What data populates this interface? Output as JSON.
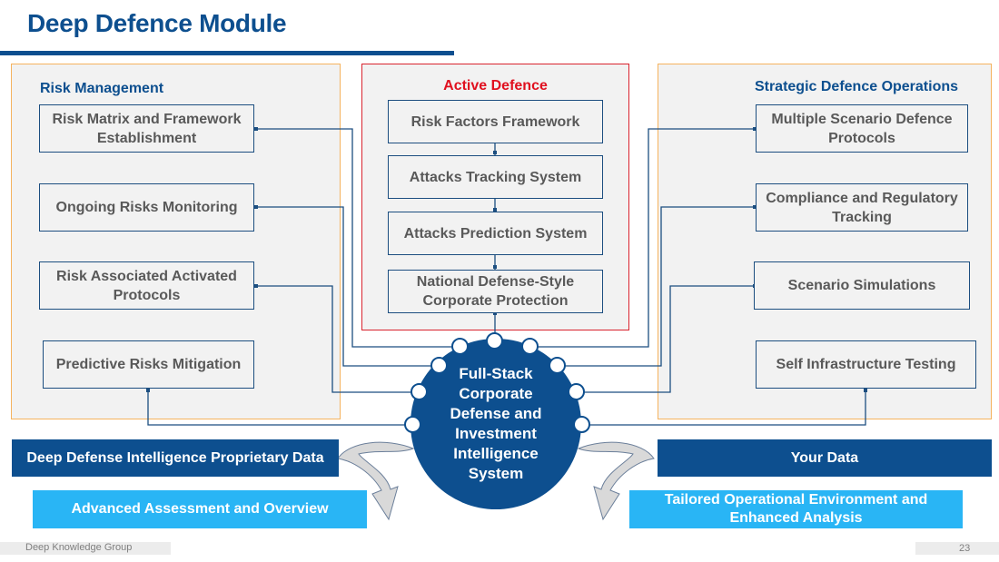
{
  "title": "Deep Defence Module",
  "risk_management": {
    "heading": "Risk Management",
    "items": [
      "Risk Matrix and Framework Establishment",
      "Ongoing Risks Monitoring",
      "Risk Associated Activated Protocols",
      "Predictive Risks Mitigation"
    ]
  },
  "active_defence": {
    "heading": "Active Defence",
    "items": [
      "Risk Factors Framework",
      "Attacks Tracking System",
      "Attacks Prediction System",
      "National Defense-Style Corporate Protection"
    ]
  },
  "strategic_ops": {
    "heading": "Strategic Defence Operations",
    "items": [
      "Multiple Scenario Defence Protocols",
      "Compliance and Regulatory Tracking",
      "Scenario Simulations",
      "Self Infrastructure Testing"
    ]
  },
  "hub": {
    "label": "Full-Stack Corporate Defense and Investment Intelligence System"
  },
  "bottom": {
    "left_dark": "Deep Defense Intelligence Proprietary Data",
    "left_light": "Advanced Assessment and Overview",
    "right_dark": "Your Data",
    "right_light": "Tailored Operational Environment and Enhanced Analysis"
  },
  "footer": {
    "company": "Deep Knowledge Group",
    "page_number": "23"
  },
  "colors": {
    "brand_blue": "#0d4f8f",
    "light_blue": "#29b5f5",
    "accent_red": "#e0101f",
    "panel_border_orange": "#f5b35e"
  }
}
